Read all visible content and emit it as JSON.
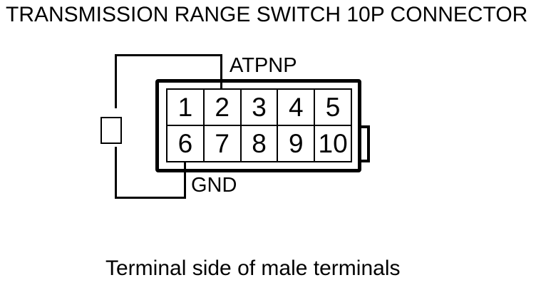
{
  "title": "TRANSMISSION RANGE SWITCH 10P CONNECTOR",
  "caption": "Terminal side of male terminals",
  "connector": {
    "labels": {
      "atpnp": "ATPNP",
      "gnd": "GND"
    },
    "pins": [
      "1",
      "2",
      "3",
      "4",
      "5",
      "6",
      "7",
      "8",
      "9",
      "10"
    ]
  },
  "colors": {
    "line": "#000000",
    "background": "#ffffff"
  }
}
